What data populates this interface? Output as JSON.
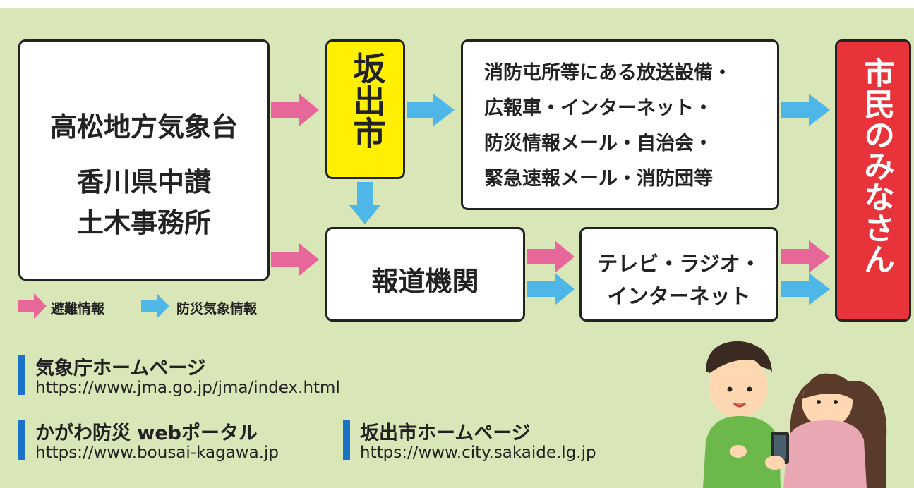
{
  "sources": {
    "line1": "高松地方気象台",
    "line2": "香川県中讃",
    "line3": "土木事務所"
  },
  "city": {
    "label": "坂出市"
  },
  "channels": {
    "lines": [
      "消防屯所等にある放送設備・",
      "広報車・インターネット・",
      "防災情報メール・自治会・",
      "緊急速報メール・消防団等"
    ]
  },
  "media": {
    "label": "報道機関"
  },
  "tv": {
    "line1": "テレビ・ラジオ・",
    "line2": "インターネット"
  },
  "citizens": {
    "label": "市民のみなさん"
  },
  "legend": {
    "evacuation": {
      "label": "避難情報",
      "color": "#e8679b"
    },
    "weather": {
      "label": "防災気象情報",
      "color": "#4fb7e8"
    }
  },
  "links": [
    {
      "name": "気象庁ホームページ",
      "url": "https://www.jma.go.jp/jma/index.html"
    },
    {
      "name": "かがわ防災 webポータル",
      "url": "https://www.bousai-kagawa.jp"
    },
    {
      "name": "坂出市ホームページ",
      "url": "https://www.city.sakaide.lg.jp"
    }
  ],
  "colors": {
    "background": "#d9e7b8",
    "city_box": "#ffef00",
    "citizens_box": "#e8333a",
    "link_bar": "#1a73c9"
  }
}
